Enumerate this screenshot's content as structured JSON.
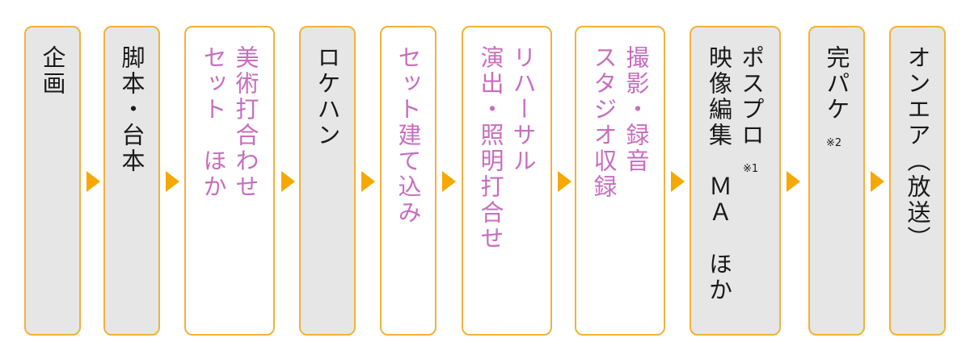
{
  "steps": [
    {
      "id": "kikaku",
      "bg": "gray",
      "cols": [
        {
          "text": "企画",
          "color": "black"
        }
      ]
    },
    {
      "id": "kyakuhon",
      "bg": "gray",
      "cols": [
        {
          "text": "脚本・台本",
          "color": "black"
        }
      ]
    },
    {
      "id": "bijutsu",
      "bg": "white",
      "cols": [
        {
          "text": "美術打合わせ",
          "color": "pink"
        },
        {
          "text": "セット　ほか",
          "color": "pink"
        }
      ]
    },
    {
      "id": "rokehan",
      "bg": "gray",
      "cols": [
        {
          "text": "ロケハン",
          "color": "black"
        }
      ]
    },
    {
      "id": "set",
      "bg": "white",
      "cols": [
        {
          "text": "セット建て込み",
          "color": "pink"
        }
      ]
    },
    {
      "id": "rehearsal",
      "bg": "white",
      "cols": [
        {
          "text": "リハーサル",
          "color": "pink"
        },
        {
          "text": "演出・照明打合せ",
          "color": "pink"
        }
      ]
    },
    {
      "id": "satsuei",
      "bg": "white",
      "cols": [
        {
          "text": "撮影・録音",
          "color": "pink"
        },
        {
          "text": "スタジオ収録",
          "color": "pink"
        }
      ]
    },
    {
      "id": "pospro",
      "bg": "gray",
      "cols": [
        {
          "text": "ポスプロ",
          "color": "black"
        },
        {
          "text": "映像編集　ＭＡ　ほか",
          "color": "black"
        }
      ],
      "note": "※1"
    },
    {
      "id": "kanpake",
      "bg": "gray",
      "cols": [
        {
          "text": "完パケ",
          "color": "black"
        }
      ],
      "note": "※2"
    },
    {
      "id": "onair",
      "bg": "gray",
      "cols": [
        {
          "text": "オンエア（放送）",
          "color": "black"
        }
      ]
    }
  ],
  "colors": {
    "border": "#f2b13c",
    "arrow": "#f5a800",
    "gray_fill": "#e6e6e6",
    "pink_text": "#c86dbf",
    "black_text": "#1a1a1a"
  }
}
